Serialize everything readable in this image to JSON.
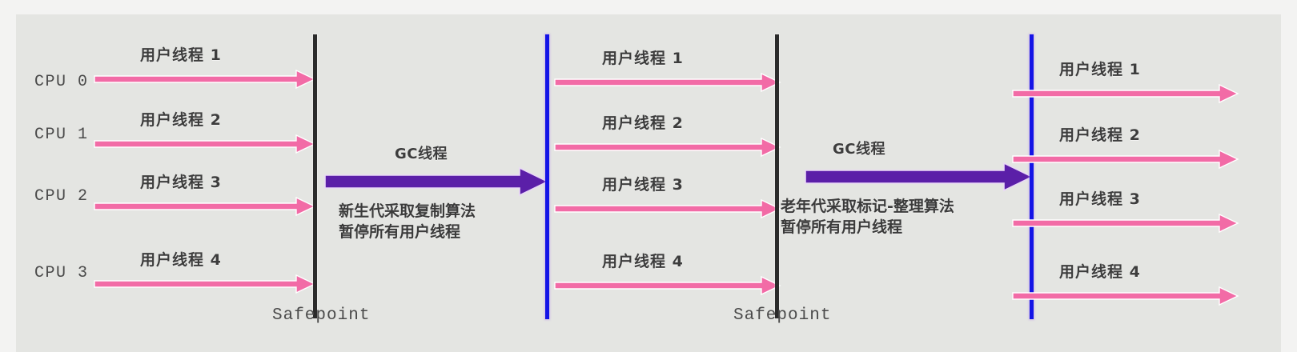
{
  "diagram": {
    "title": "JVM Serial GC stop-the-world timeline",
    "colors": {
      "background": "#f3f3f2",
      "panel": "#e4e5e2",
      "user_thread_arrow": "#f26ba6",
      "gc_thread_arrow": "#5b1fa8",
      "safepoint_line": "#2b2b2b",
      "resume_line": "#1414e6",
      "text": "#3d3d3d"
    },
    "cpu_lanes": [
      {
        "label": "CPU 0"
      },
      {
        "label": "CPU 1"
      },
      {
        "label": "CPU 2"
      },
      {
        "label": "CPU 3"
      }
    ],
    "phases": [
      {
        "name": "before-first-gc",
        "user_threads": [
          "用户线程 1",
          "用户线程 2",
          "用户线程 3",
          "用户线程 4"
        ]
      },
      {
        "name": "between-gcs",
        "user_threads": [
          "用户线程 1",
          "用户线程 2",
          "用户线程 3",
          "用户线程 4"
        ]
      },
      {
        "name": "after-second-gc",
        "user_threads": [
          "用户线程 1",
          "用户线程 2",
          "用户线程 3",
          "用户线程 4"
        ]
      }
    ],
    "gc_phases": [
      {
        "name": "young-gen-gc",
        "thread_label": "GC线程",
        "description_line1": "新生代采取复制算法",
        "description_line2": "暂停所有用户线程"
      },
      {
        "name": "old-gen-gc",
        "thread_label": "GC线程",
        "description_line1": "老年代采取标记-整理算法",
        "description_line2": "暂停所有用户线程"
      }
    ],
    "safepoints": [
      {
        "label": "Safepoint"
      },
      {
        "label": "Safepoint"
      }
    ]
  }
}
